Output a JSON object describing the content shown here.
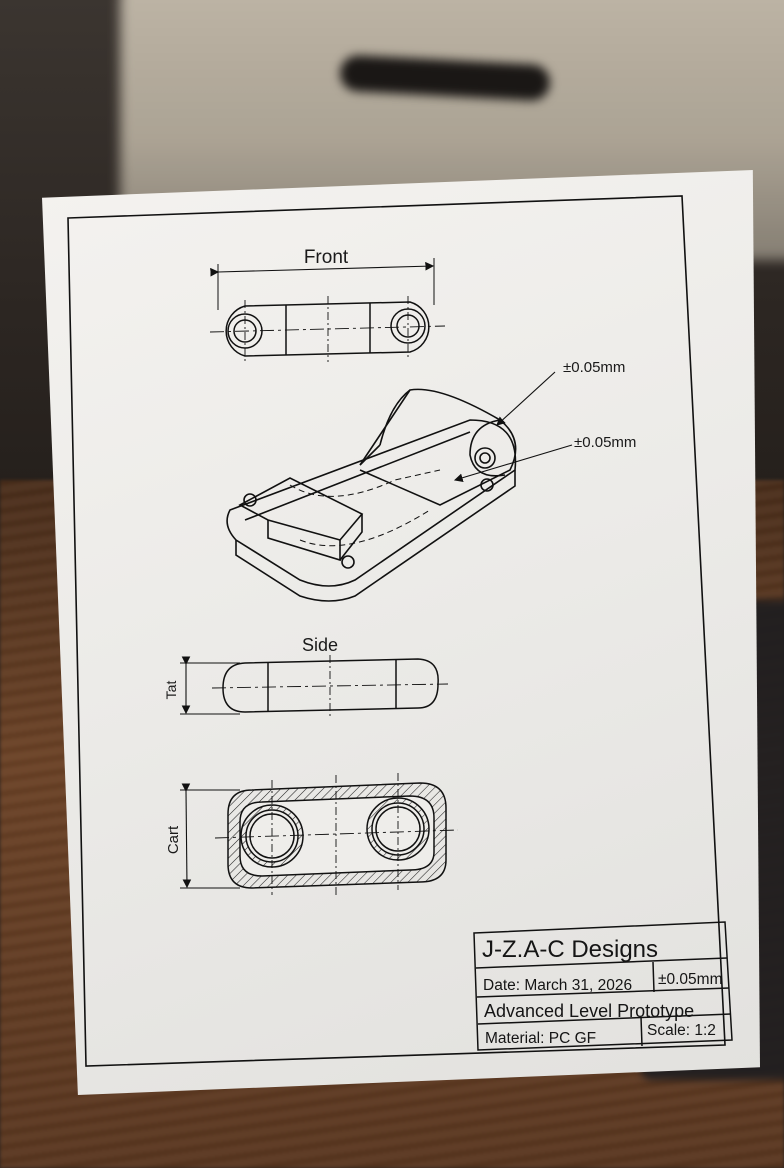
{
  "drawing": {
    "view_front_label": "Front",
    "view_side_label": "Side",
    "dimension_side_label": "Tat",
    "dimension_section_label": "Cart",
    "tolerance_callout_1": "±0.05mm",
    "tolerance_callout_2": "±0.05mm"
  },
  "title_block": {
    "company": "J-Z.A-C Designs",
    "date": "Date: March 31, 2026",
    "tolerance": "±0.05mm",
    "description": "Advanced Level Prototype",
    "material": "Material: PC GF",
    "scale": "Scale: 1:2"
  }
}
